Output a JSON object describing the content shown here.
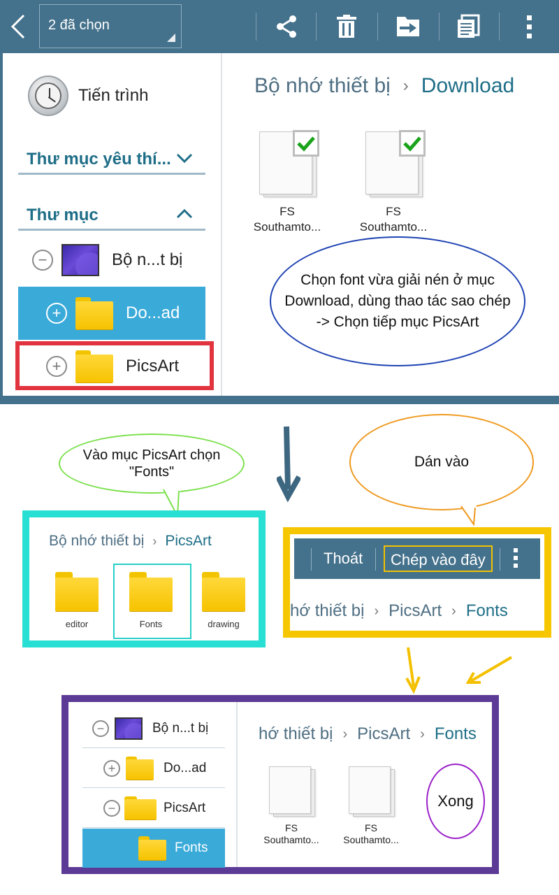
{
  "top": {
    "selection_label": "2 đã chọn",
    "history_label": "Tiến trình",
    "favorites_title": "Thư mục yêu thí...",
    "folders_title": "Thư mục",
    "tree": [
      {
        "label": "Bộ n...t bị",
        "toggle": "−"
      },
      {
        "label": "Do...ad",
        "toggle": "+"
      },
      {
        "label": "PicsArt",
        "toggle": "+"
      }
    ],
    "breadcrumb": {
      "root": "Bộ nhớ thiết bị",
      "sep": "›",
      "current": "Download"
    },
    "files": [
      {
        "name_line1": "FS",
        "name_line2": "Southamto..."
      },
      {
        "name_line1": "FS",
        "name_line2": "Southamto..."
      }
    ],
    "note": "Chọn font vừa giải nén ở mục Download, dùng thao tác sao chép -> Chọn tiếp mục PicsArt"
  },
  "middle": {
    "note_green": "Vào mục PicsArt chọn \"Fonts\"",
    "note_orange": "Dán vào",
    "cyan": {
      "breadcrumb_root": "Bộ nhớ thiết bị",
      "sep": "›",
      "breadcrumb_current": "PicsArt",
      "folders": [
        "editor",
        "Fonts",
        "drawing"
      ]
    },
    "yellow": {
      "exit_label": "Thoát",
      "paste_label": "Chép vào đây",
      "bc_root": "hớ thiết bị",
      "sep": "›",
      "bc_mid": "PicsArt",
      "bc_current": "Fonts"
    }
  },
  "bottom": {
    "tree": [
      {
        "label": "Bộ n...t bị",
        "toggle": "−"
      },
      {
        "label": "Do...ad",
        "toggle": "+"
      },
      {
        "label": "PicsArt",
        "toggle": "−"
      },
      {
        "label": "Fonts",
        "toggle": ""
      }
    ],
    "bc_root": "hớ thiết bị",
    "sep": "›",
    "bc_mid": "PicsArt",
    "bc_current": "Fonts",
    "files": [
      {
        "name_line1": "FS",
        "name_line2": "Southamto..."
      },
      {
        "name_line1": "FS",
        "name_line2": "Southamto..."
      }
    ],
    "note_done": "Xong"
  },
  "colors": {
    "actionbar": "#44718b",
    "selected": "#3aaad9",
    "accent_text": "#1e6e87",
    "red_highlight": "#e1343f",
    "cyan_frame": "#27dfd2",
    "yellow_frame": "#f6c700",
    "purple_frame": "#5c3b96",
    "arrow_blue": "#3d6680",
    "arrow_yellow": "#f3c100"
  }
}
